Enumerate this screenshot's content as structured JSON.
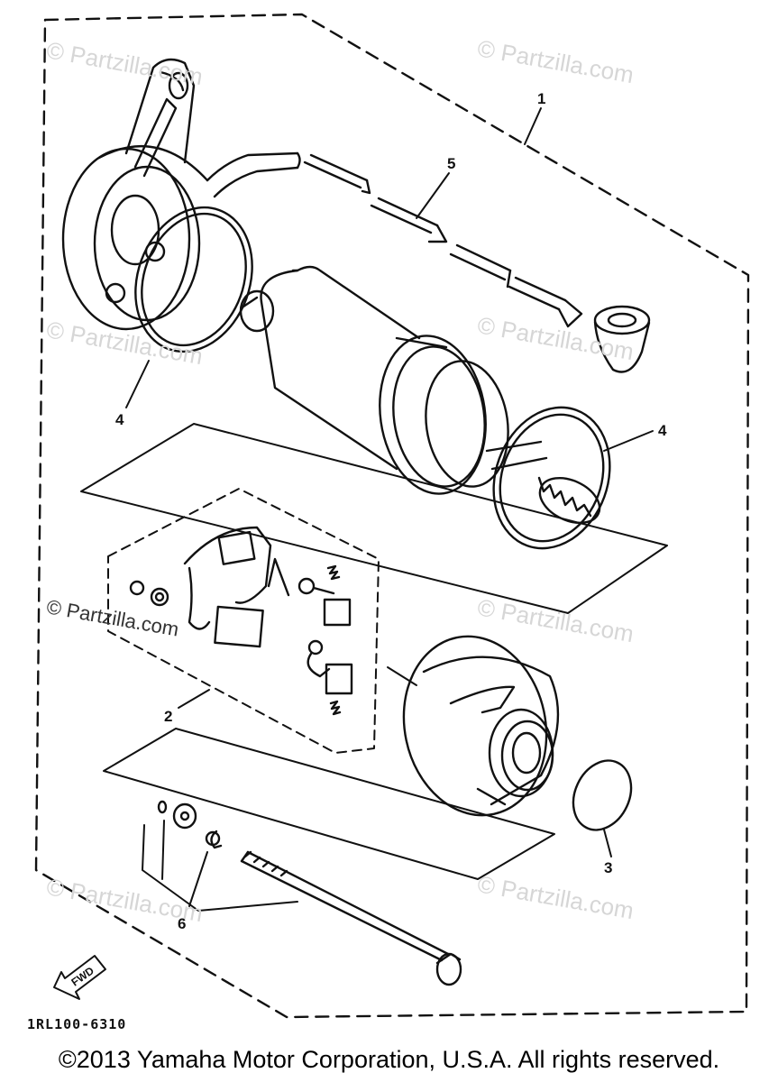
{
  "watermark": "© Partzilla.com",
  "callouts": {
    "c1": "1",
    "c2": "2",
    "c3": "3",
    "c4a": "4",
    "c4b": "4",
    "c5": "5",
    "c6": "6"
  },
  "fwd_label": "FWD",
  "diagram_code": "1RL100-6310",
  "copyright": "©2013 Yamaha Motor Corporation, U.S.A. All rights reserved."
}
